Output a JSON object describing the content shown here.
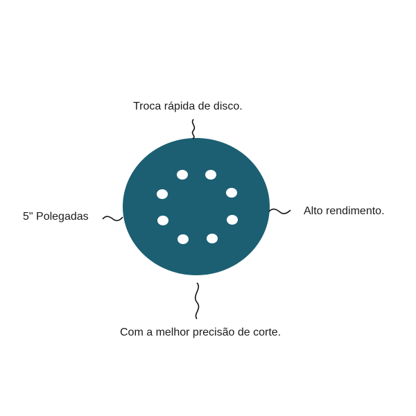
{
  "product": {
    "name": "sanding-disc",
    "disc_color": "#1c5f73",
    "hole_count": 8
  },
  "callouts": {
    "top": "Troca rápida de disco.",
    "left": "5\" Polegadas",
    "right": "Alto rendimento.",
    "bottom": "Com a melhor precisão de corte."
  }
}
